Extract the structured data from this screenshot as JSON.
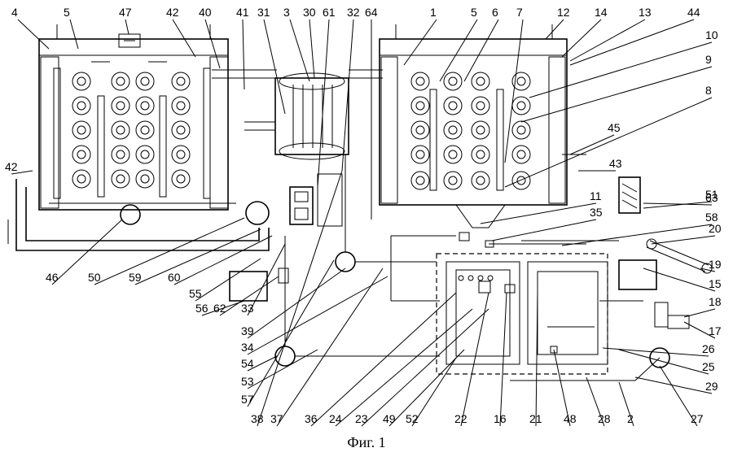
{
  "figure": {
    "caption": "Фиг. 1"
  },
  "callouts": [
    "4",
    "5",
    "47",
    "42",
    "40",
    "41",
    "31",
    "3",
    "30",
    "61",
    "32",
    "64",
    "1",
    "5",
    "6",
    "7",
    "12",
    "14",
    "13",
    "44",
    "10",
    "9",
    "8",
    "45",
    "43",
    "42",
    "11",
    "35",
    "63",
    "51",
    "58",
    "20",
    "19",
    "15",
    "18",
    "17",
    "26",
    "25",
    "29",
    "27",
    "46",
    "50",
    "59",
    "60",
    "55",
    "56",
    "62",
    "33",
    "39",
    "34",
    "54",
    "53",
    "57",
    "38",
    "37",
    "36",
    "24",
    "23",
    "49",
    "52",
    "22",
    "16",
    "21",
    "48",
    "28",
    "2"
  ],
  "colors": {
    "ink": "#000000",
    "paper": "#ffffff",
    "hatch": "#000000"
  }
}
